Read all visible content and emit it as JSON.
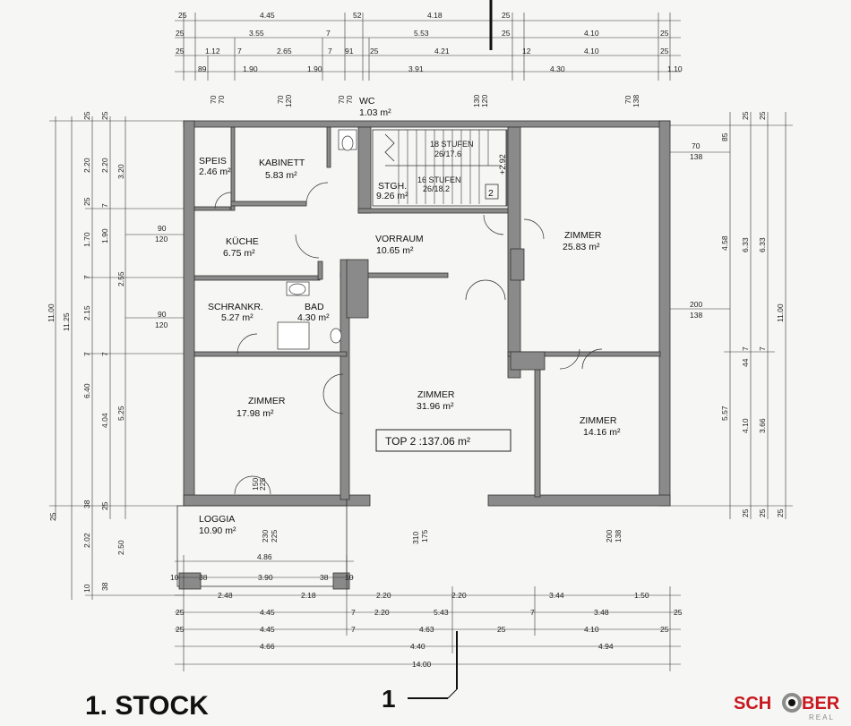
{
  "floor_title": "1. STOCK",
  "top_label": "TOP  2  :137.06 m²",
  "section_mark": "1",
  "section_mark_2": "2",
  "level_note": "+2.92",
  "stairs": {
    "upper": "18 STUFEN",
    "upper_ratio": "26/17.6",
    "lower": "16 STUFEN",
    "lower_ratio": "26/18.2"
  },
  "rooms": {
    "wc": {
      "name": "WC",
      "area": "1.03 m²"
    },
    "speis": {
      "name": "SPEIS",
      "area": "2.46 m²"
    },
    "kabinett": {
      "name": "KABINETT",
      "area": "5.83 m²"
    },
    "stgh": {
      "name": "STGH.",
      "area": "9.26 m²"
    },
    "kueche": {
      "name": "KÜCHE",
      "area": "6.75 m²"
    },
    "vorraum": {
      "name": "VORRAUM",
      "area": "10.65 m²"
    },
    "zimmer_ne": {
      "name": "ZIMMER",
      "area": "25.83 m²"
    },
    "schrankr": {
      "name": "SCHRANKR.",
      "area": "5.27 m²"
    },
    "bad": {
      "name": "BAD",
      "area": "4.30 m²"
    },
    "zimmer_w": {
      "name": "ZIMMER",
      "area": "17.98 m²"
    },
    "zimmer_c": {
      "name": "ZIMMER",
      "area": "31.96 m²"
    },
    "zimmer_e": {
      "name": "ZIMMER",
      "area": "14.16 m²"
    },
    "loggia": {
      "name": "LOGGIA",
      "area": "10.90 m²"
    }
  },
  "dims_top": {
    "row0": [
      "25",
      "4.45",
      "52",
      "4.18",
      "25"
    ],
    "row1": [
      "25",
      "3.55",
      "7",
      "5.53",
      "25",
      "4.10",
      "25"
    ],
    "row2": [
      "25",
      "1.12",
      "7",
      "2.65",
      "7",
      "91",
      "25",
      "4.21",
      "12",
      "4.10",
      "25"
    ],
    "row3": [
      "89",
      "1.90",
      "1.90",
      "3.91",
      "4.30",
      "1.10"
    ],
    "openings": [
      "70",
      "70",
      "70",
      "120",
      "70",
      "70",
      "130",
      "120",
      "70",
      "138"
    ]
  },
  "dims_bottom": {
    "row0": [
      "4.86"
    ],
    "row1": [
      "10",
      "38",
      "3.90",
      "38",
      "10"
    ],
    "row2": [
      "2.48",
      "2.18",
      "2.20",
      "2.20",
      "3.44",
      "1.50"
    ],
    "row3": [
      "25",
      "4.45",
      "7",
      "2.20",
      "5.43",
      "7",
      "3.48",
      "25"
    ],
    "row4": [
      "25",
      "4.45",
      "7",
      "4.63",
      "25",
      "4.10",
      "25"
    ],
    "row5": [
      "4.66",
      "4.40",
      "4.94"
    ],
    "row6": [
      "14.00"
    ],
    "openings": [
      "150",
      "225",
      "230",
      "225",
      "310",
      "175",
      "200",
      "138"
    ]
  },
  "dims_left": {
    "outer": [
      "11.00",
      "11.25"
    ],
    "col1": [
      "3.20",
      "2.55",
      "5.25",
      "2.50"
    ],
    "col2": [
      "25",
      "2.20",
      "25",
      "1.70",
      "7",
      "2.15",
      "7",
      "6.40",
      "38",
      "25",
      "2.02",
      "10",
      "38"
    ],
    "col3": [
      "25",
      "2.20",
      "7",
      "1.90",
      "7",
      "4.04",
      "25"
    ],
    "openings": [
      "90",
      "120",
      "90",
      "120"
    ]
  },
  "dims_right": {
    "outer": [
      "11.00",
      "6.33"
    ],
    "col1": [
      "85",
      "4.58",
      "5.57",
      "25"
    ],
    "col2": [
      "25",
      "6.33",
      "7",
      "44",
      "4.10",
      "25"
    ],
    "col3": [
      "25",
      "3.66",
      "7",
      "25"
    ],
    "openings": [
      "70",
      "138",
      "200",
      "138"
    ]
  },
  "logo": {
    "text_left": "SCH",
    "text_right": "BER",
    "sub": "REAL",
    "colors": {
      "red": "#c8171e",
      "gray": "#8c8c8c",
      "black": "#111111"
    }
  }
}
